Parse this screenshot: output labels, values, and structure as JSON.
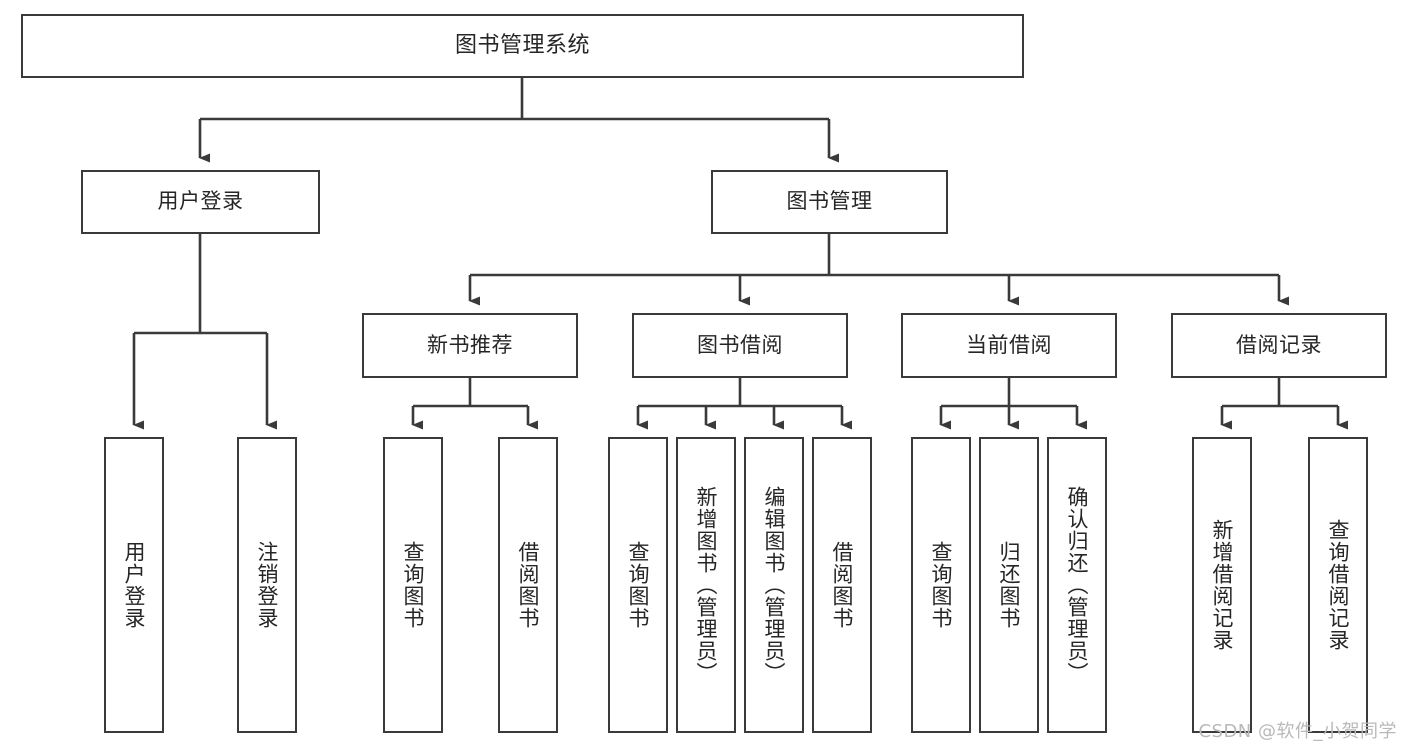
{
  "diagram": {
    "title": "图书管理系统",
    "type": "tree-hierarchy-chart",
    "watermark": "CSDN @软件_小贺同学",
    "colors": {
      "box_border": "#3a3a3a",
      "box_fill": "#ffffff",
      "connector": "#3a3a3a",
      "text": "#262626",
      "watermark": "#b9b9b9",
      "background": "#ffffff"
    },
    "root": {
      "label": "图书管理系统"
    },
    "level2": [
      {
        "label": "用户登录"
      },
      {
        "label": "图书管理"
      }
    ],
    "level3": [
      {
        "label": "新书推荐"
      },
      {
        "label": "图书借阅"
      },
      {
        "label": "当前借阅"
      },
      {
        "label": "借阅记录"
      }
    ],
    "leaves": {
      "user_login": [
        {
          "label": "用户登录"
        },
        {
          "label": "注销登录"
        }
      ],
      "new_book_recommend": [
        {
          "label": "查询图书"
        },
        {
          "label": "借阅图书"
        }
      ],
      "book_borrow": [
        {
          "label": "查询图书"
        },
        {
          "label": "新增图书（管理员）"
        },
        {
          "label": "编辑图书（管理员）"
        },
        {
          "label": "借阅图书"
        }
      ],
      "current_borrow": [
        {
          "label": "查询图书"
        },
        {
          "label": "归还图书"
        },
        {
          "label": "确认归还（管理员）"
        }
      ],
      "borrow_record": [
        {
          "label": "新增借阅记录"
        },
        {
          "label": "查询借阅记录"
        }
      ]
    }
  }
}
